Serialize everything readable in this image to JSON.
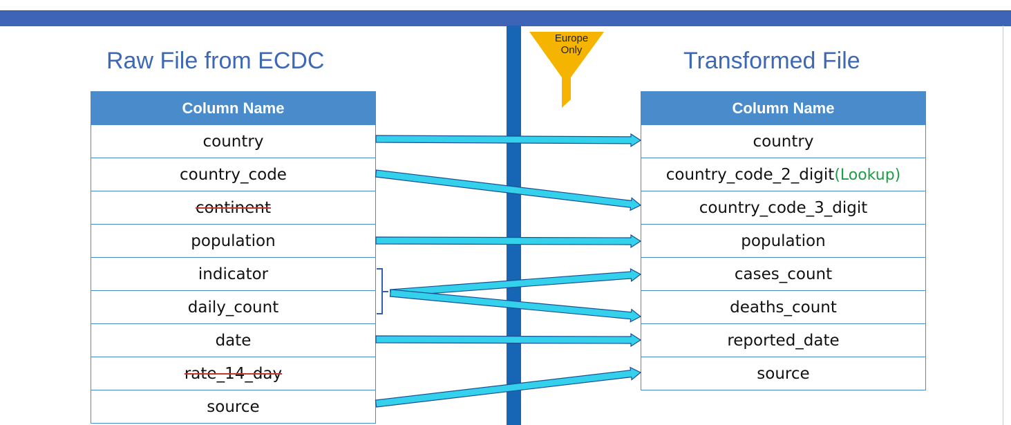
{
  "left_panel": {
    "title": "Raw File from ECDC",
    "header": "Column Name",
    "rows": [
      {
        "label": "country",
        "struck": false
      },
      {
        "label": "country_code",
        "struck": false
      },
      {
        "label": "continent",
        "struck": true
      },
      {
        "label": "population",
        "struck": false
      },
      {
        "label": "indicator",
        "struck": false
      },
      {
        "label": "daily_count",
        "struck": false
      },
      {
        "label": "date",
        "struck": false
      },
      {
        "label": "rate_14_day",
        "struck": true
      },
      {
        "label": "source",
        "struck": false
      }
    ]
  },
  "right_panel": {
    "title": "Transformed File",
    "header": "Column Name",
    "rows": [
      {
        "label": "country",
        "note": ""
      },
      {
        "label": "country_code_2_digit",
        "note": "(Lookup)"
      },
      {
        "label": "country_code_3_digit",
        "note": ""
      },
      {
        "label": "population",
        "note": ""
      },
      {
        "label": "cases_count",
        "note": ""
      },
      {
        "label": "deaths_count",
        "note": ""
      },
      {
        "label": "reported_date",
        "note": ""
      },
      {
        "label": "source",
        "note": ""
      }
    ]
  },
  "filter": {
    "line1": "Europe",
    "line2": "Only",
    "color": "#f5b400"
  },
  "colors": {
    "arrow_fill": "#33d1ec",
    "arrow_stroke": "#1a4f95",
    "lookup_text": "#1f9d45",
    "strike_line": "#c0392b"
  }
}
